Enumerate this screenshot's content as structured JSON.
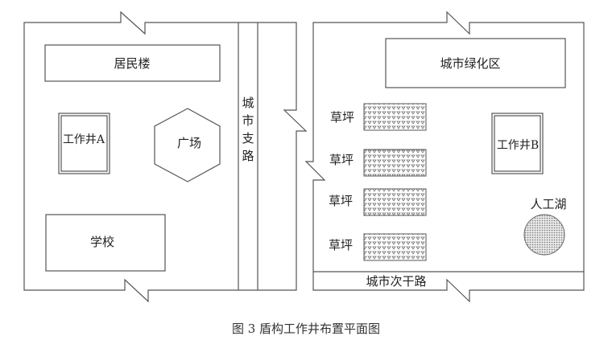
{
  "caption": "图 3  盾构工作井布置平面图",
  "left_block": {
    "residential": "居民楼",
    "shaft_a": "工作井A",
    "plaza": "广场",
    "school": "学校"
  },
  "branch_road": [
    "城",
    "市",
    "支",
    "路"
  ],
  "right_block": {
    "green_area": "城市绿化区",
    "lawns": [
      "草坪",
      "草坪",
      "草坪",
      "草坪"
    ],
    "shaft_b": "工作井B",
    "lake": "人工湖",
    "secondary_road": "城市次干路"
  }
}
